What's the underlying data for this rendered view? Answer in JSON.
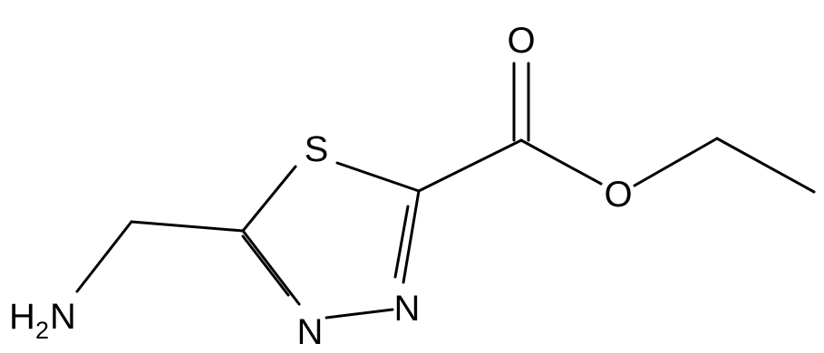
{
  "molecule": {
    "atoms": {
      "sulfur": "S",
      "oxygen_carbonyl": "O",
      "oxygen_ester": "O",
      "nitrogen_left": "N",
      "nitrogen_right": "N",
      "amine_h": "H",
      "amine_sub": "2",
      "amine_n": "N"
    },
    "colors": {
      "bond": "#000000",
      "text": "#000000",
      "background": "#ffffff"
    }
  }
}
